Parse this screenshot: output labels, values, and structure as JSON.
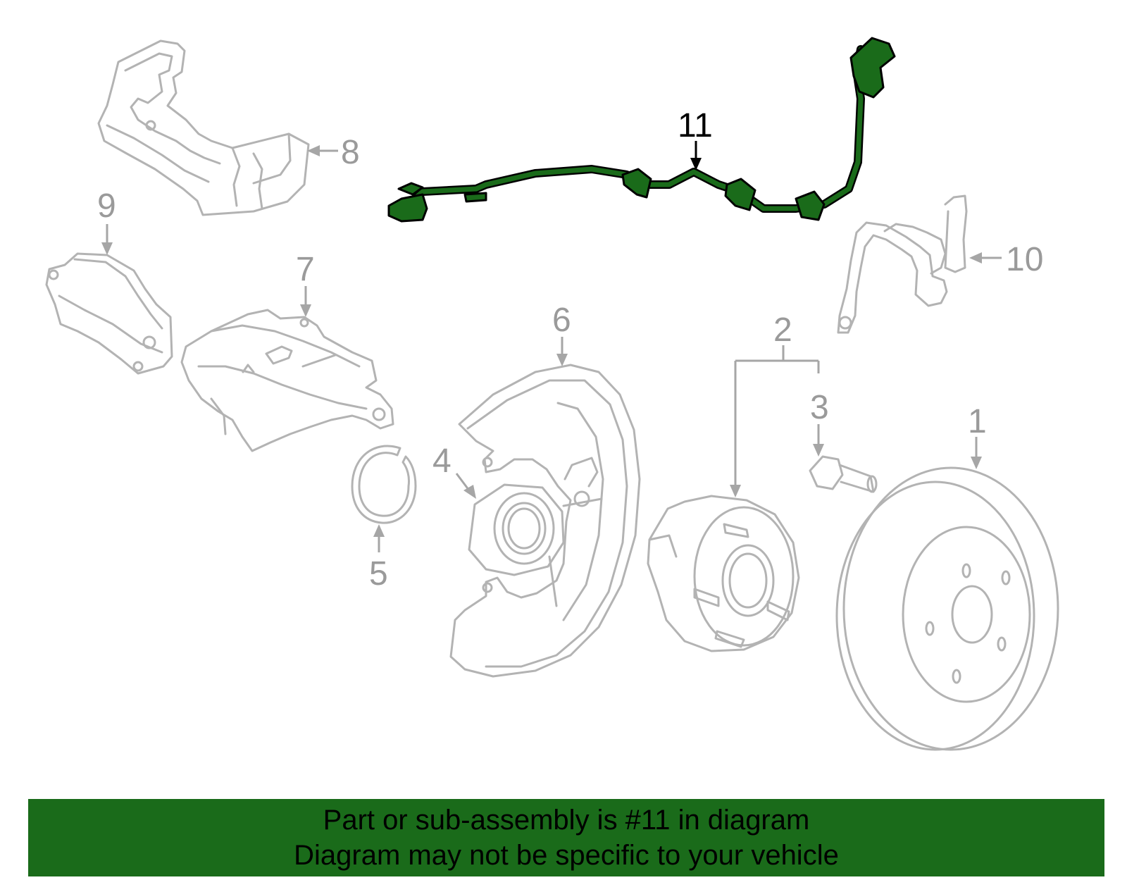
{
  "diagram": {
    "highlight_color": "#1a6b1a",
    "callouts": [
      "1",
      "2",
      "3",
      "4",
      "5",
      "6",
      "7",
      "8",
      "9",
      "10",
      "11"
    ],
    "highlighted_part": "11"
  },
  "banner": {
    "background": "#1a6b1a",
    "line1": "Part or sub-assembly is #11 in diagram",
    "line2": "Diagram may not be specific to your vehicle"
  }
}
